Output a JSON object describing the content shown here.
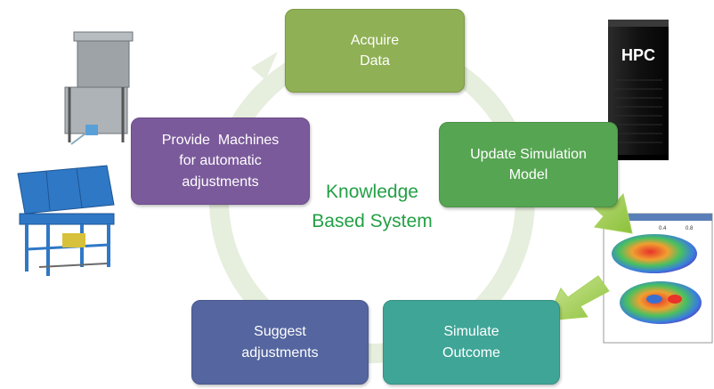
{
  "diagram": {
    "center_title": [
      "Knowledge",
      "Based System"
    ],
    "nodes": {
      "acquire": [
        "Acquire",
        "Data"
      ],
      "update": [
        "Update Simulation",
        "Model"
      ],
      "simulate": [
        "Simulate",
        "Outcome"
      ],
      "suggest": [
        "Suggest",
        "adjustments"
      ],
      "provide": [
        "Provide  Machines",
        "for automatic",
        "adjustments"
      ]
    },
    "hpc_label": "HPC",
    "colors": {
      "acquire": "#8fb054",
      "update": "#56a552",
      "simulate": "#3fa597",
      "suggest": "#54659f",
      "provide": "#7b5a9b",
      "cycle_ring": "#e6eedd",
      "center_text": "#22a045",
      "callout_arrow": "#9ccc3c"
    }
  }
}
